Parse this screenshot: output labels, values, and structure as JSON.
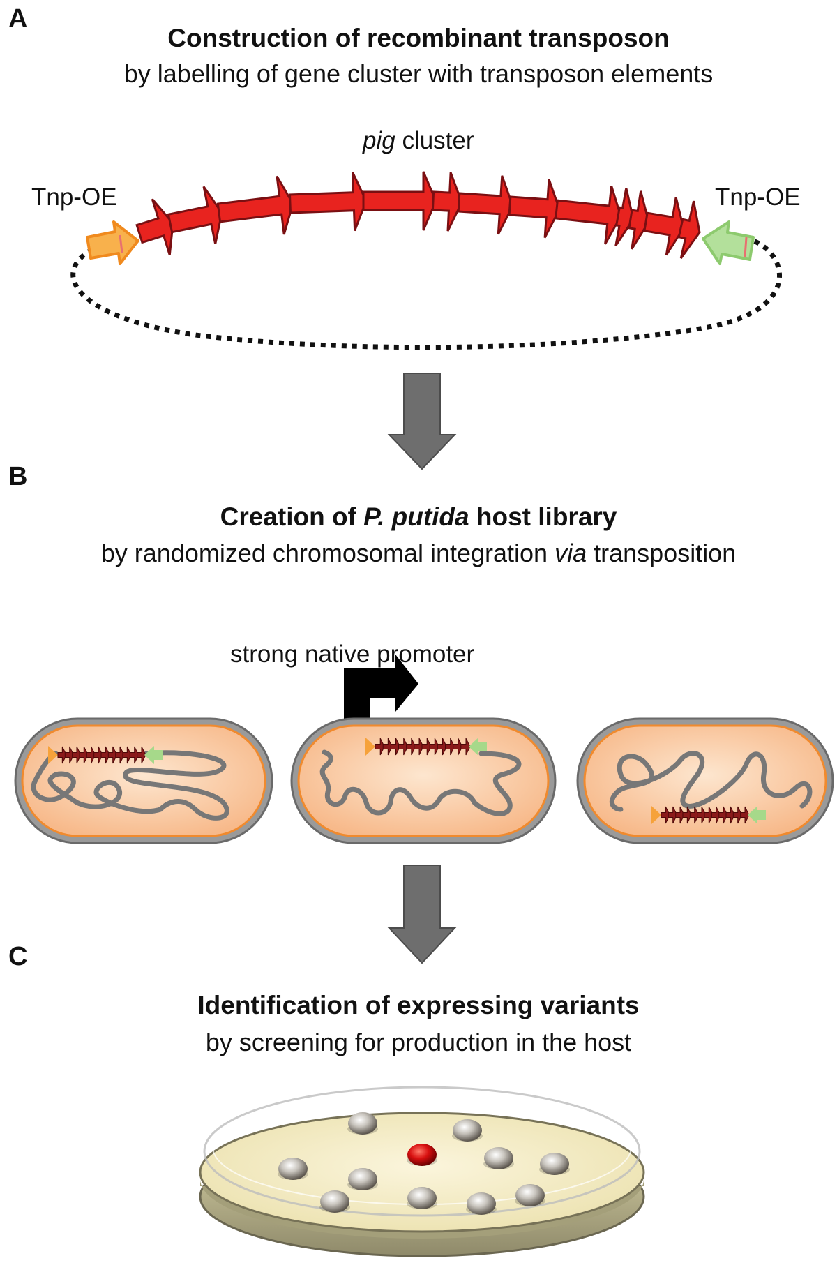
{
  "panels": {
    "a": {
      "letter": "A",
      "title": "Construction of recombinant transposon",
      "subtitle": "by labelling of gene cluster with transposon elements",
      "cluster_label_italic": "pig",
      "cluster_label_rest": " cluster",
      "left_element": "Tnp-OE",
      "right_element": "Tnp-OE"
    },
    "b": {
      "letter": "B",
      "title_pre": "Creation of ",
      "title_italic": "P. putida",
      "title_post": " host library",
      "subtitle_pre": "by randomized chromosomal integration ",
      "subtitle_italic": "via",
      "subtitle_post": " transposition",
      "promoter_label": "strong native promoter"
    },
    "c": {
      "letter": "C",
      "title": "Identification of expressing variants",
      "subtitle": "by screening for production in the host"
    }
  },
  "colors": {
    "gene_red": "#e8231f",
    "gene_outline": "#7a0f12",
    "tnp_left_orange": "#f6a23a",
    "tnp_right_green": "#a6d98a",
    "cell_fill": "#f9c79a",
    "cell_outline": "#f08a2e",
    "arrow_gray": "#6e6e6e",
    "colony_red": "#d01010"
  },
  "icons": [
    "down-arrow-icon",
    "promoter-arrow-icon",
    "petri-dish-icon"
  ]
}
